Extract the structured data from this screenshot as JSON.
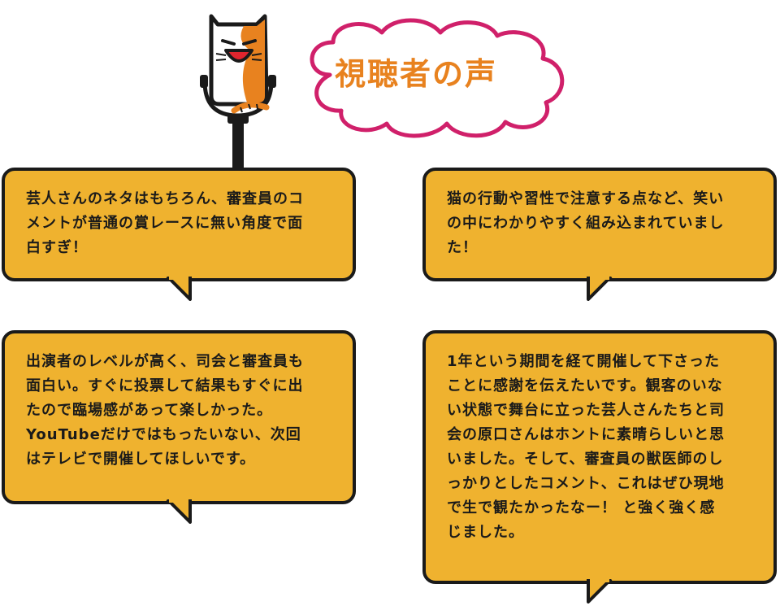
{
  "header": {
    "title": "視聴者の声"
  },
  "colors": {
    "bubble_fill": "#efb22f",
    "bubble_border": "#1a1a1a",
    "cloud_border": "#d0206a",
    "title_color": "#e8821f",
    "mascot_orange": "#e8821f"
  },
  "comments": [
    {
      "lines": [
        "芸人さんのネタはもちろん、審査員のコ",
        "メントが普通の賞レースに無い角度で面",
        "白すぎ！"
      ]
    },
    {
      "lines": [
        "猫の行動や習性で注意する点など、笑い",
        "の中にわかりやすく組み込まれていまし",
        "た！"
      ]
    },
    {
      "lines": [
        "出演者のレベルが高く、司会と審査員も",
        "面白い。すぐに投票して結果もすぐに出",
        "たので臨場感があって楽しかった。",
        "YouTubeだけではもったいない、次回",
        "はテレビで開催してほしいです。"
      ]
    },
    {
      "lines": [
        "1年という期間を経て開催して下さった",
        "ことに感謝を伝えたいです。観客のいな",
        "い状態で舞台に立った芸人さんたちと司",
        "会の原口さんはホントに素晴らしいと思",
        "いました。そして、審査員の獣医師のし",
        "っかりとしたコメント、これはぜひ現地",
        "で生で観たかったなー！ と強く強く感",
        "じました。"
      ]
    }
  ]
}
